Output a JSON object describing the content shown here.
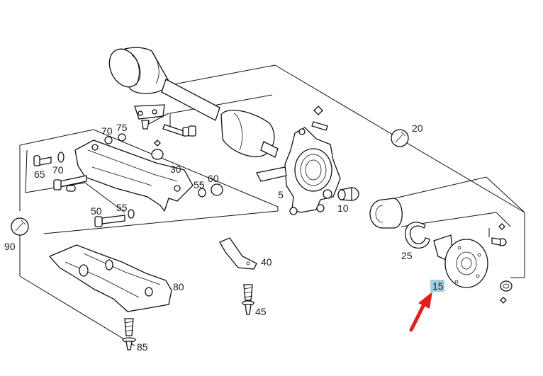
{
  "diagram": {
    "callouts": {
      "c5": "5",
      "c10": "10",
      "c15": "15",
      "c20": "20",
      "c25": "25",
      "c30": "30",
      "c40": "40",
      "c45": "45",
      "c50": "50",
      "c55a": "55",
      "c55b": "55",
      "c60": "60",
      "c65": "65",
      "c70a": "70",
      "c70b": "70",
      "c75": "75",
      "c80": "80",
      "c85": "85",
      "c90": "90"
    },
    "highlight_callout": "15",
    "colors": {
      "highlight_box": "#9ecfe6",
      "arrow": "#e0201b",
      "line": "#111111"
    },
    "icons": [
      "wrench-icon",
      "wrench-icon",
      "red-arrow-icon"
    ]
  }
}
